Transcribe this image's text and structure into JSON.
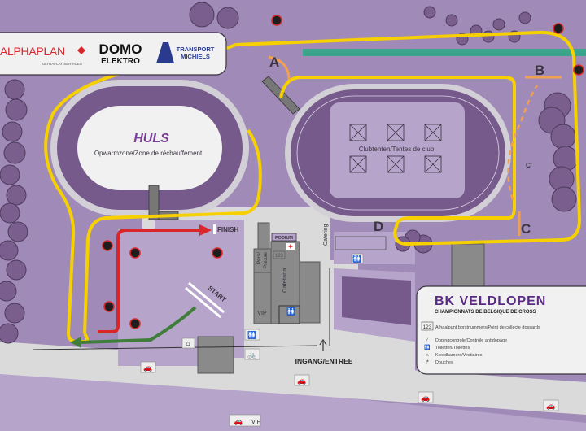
{
  "sponsors": {
    "alphaplan": "ALPHAPLAN",
    "alphaplan_sub": "ULTRAFLAT SERVICES",
    "domo_line1": "DOMO",
    "domo_line2": "ELEKTRO",
    "transport_line1": "TRANSPORT",
    "transport_line2": "MICHIELS"
  },
  "zones": {
    "warmup": "Opwarmzone/Zone de réchauffement",
    "warmup_logo": "HULS",
    "club_tents": "Clubtenten/Tentes de club",
    "finish": "FINISH",
    "start": "START",
    "podium": "PODIUM",
    "press": "Pers/\nPresse",
    "press_line1": "Pers/",
    "press_line2": "Presse",
    "cafetaria": "Cafetaria",
    "vip": "VIP",
    "bib_point": "123",
    "catering": "Catering",
    "entrance": "INGANG/ENTREE",
    "vip_parking": "VIP"
  },
  "checkpoints": [
    "A",
    "B",
    "C",
    "C'",
    "D"
  ],
  "legend": {
    "title": "BK VELDLOPEN",
    "subtitle": "CHAMPIONNATS DE BELGIQUE DE CROSS",
    "items": [
      {
        "icon": "123",
        "label": "Afhaalpunt borstnummers/Point de collecte dossards"
      },
      {
        "icon": "syringe-icon",
        "label": "Dopingcontrole/Contrôle antidopage"
      },
      {
        "icon": "toilet-icon",
        "label": "Toiletten/Toilettes"
      },
      {
        "icon": "hanger-icon",
        "label": "Kleedkamers/Vestiaires"
      },
      {
        "icon": "shower-icon",
        "label": "Douches"
      }
    ]
  },
  "colors": {
    "ground": "#a08bb8",
    "light": "#b6a4ca",
    "track": "#765a8c",
    "road": "#dadada",
    "course": "#f6d000",
    "orange": "#f0a050",
    "red": "#d9262b",
    "green": "#3f7d3a",
    "teal": "#3aa58a"
  }
}
